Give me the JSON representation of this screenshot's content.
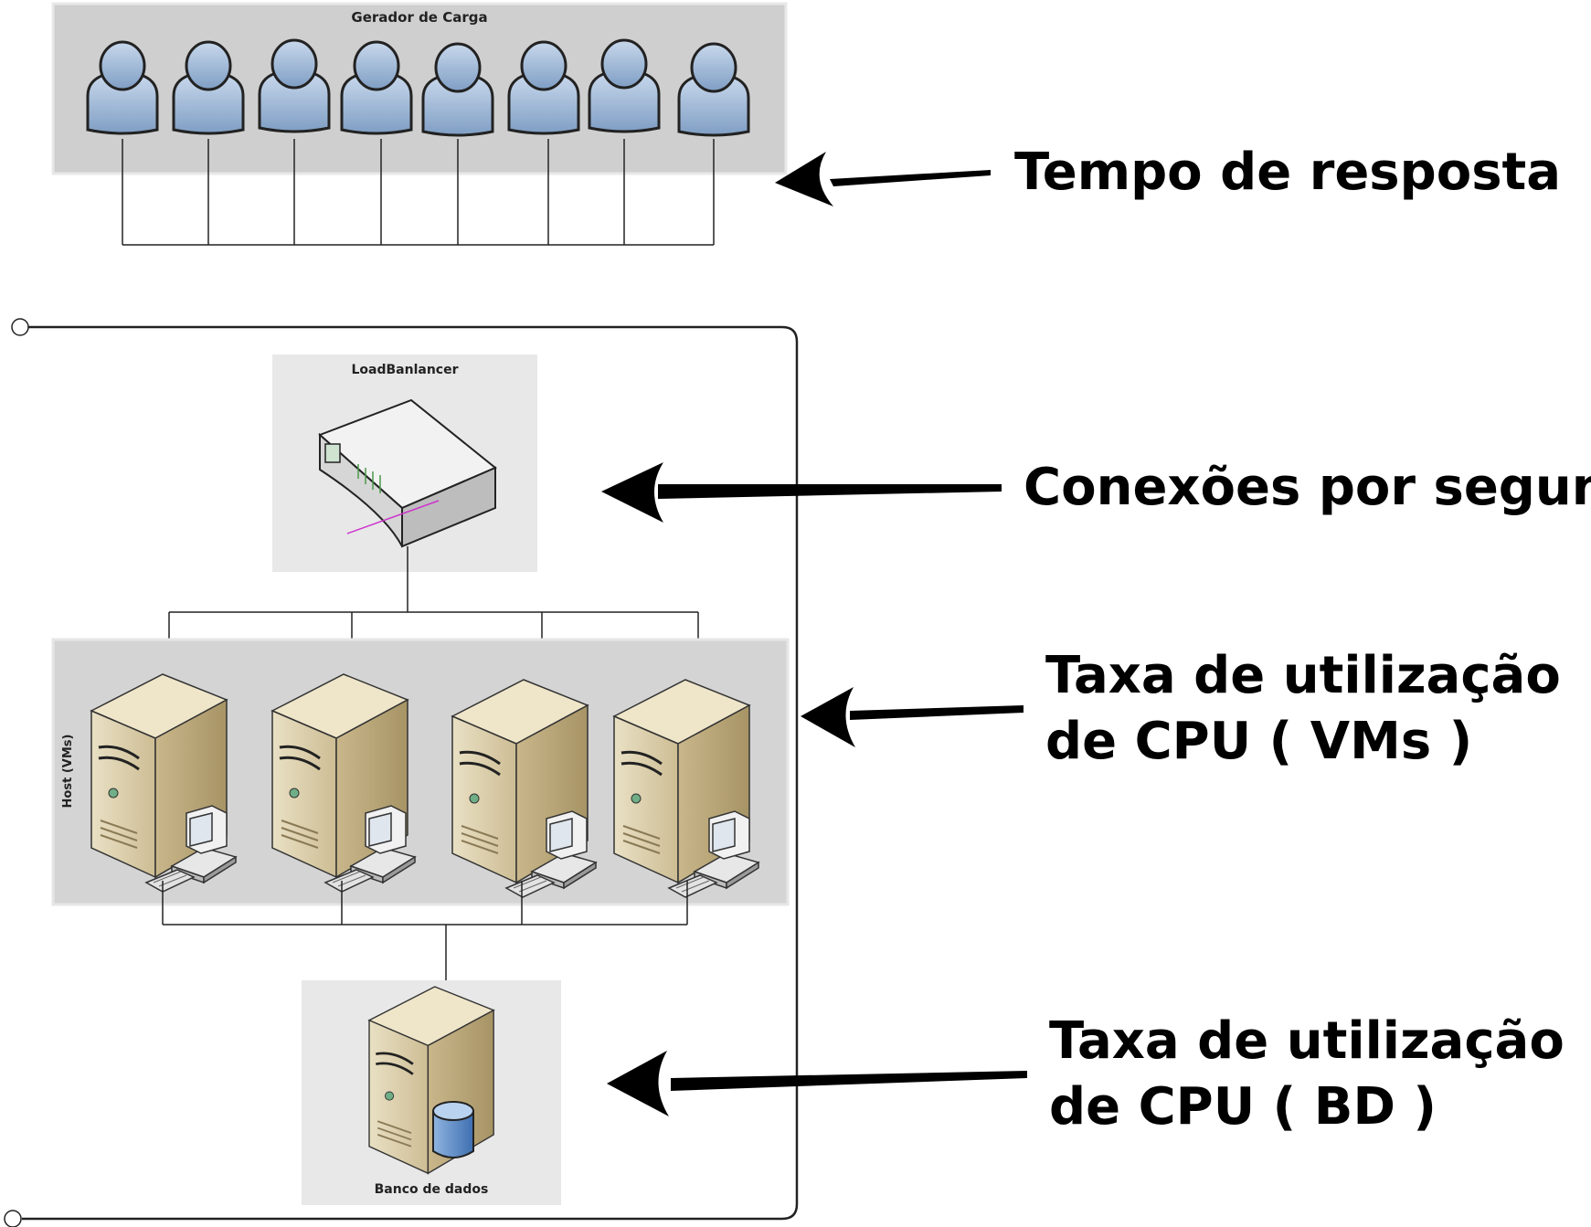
{
  "load_generator": {
    "title": "Gerador de Carga",
    "user_count": 8
  },
  "load_balancer": {
    "title": "LoadBanlancer"
  },
  "hosts": {
    "title": "Host (VMs)",
    "server_count": 4
  },
  "database": {
    "title": "Banco de dados"
  },
  "annotations": {
    "response_time": "Tempo de resposta",
    "connections": "Conexões por segundo",
    "cpu_vms_line1": "Taxa de utilização",
    "cpu_vms_line2": "de CPU ( VMs )",
    "cpu_bd_line1": "Taxa de utilização",
    "cpu_bd_line2": "de CPU ( BD )"
  },
  "icons": {
    "user": "user-icon",
    "router": "load-balancer-icon",
    "server": "server-tower-icon",
    "workstation": "workstation-icon",
    "database": "database-cylinder-icon"
  }
}
